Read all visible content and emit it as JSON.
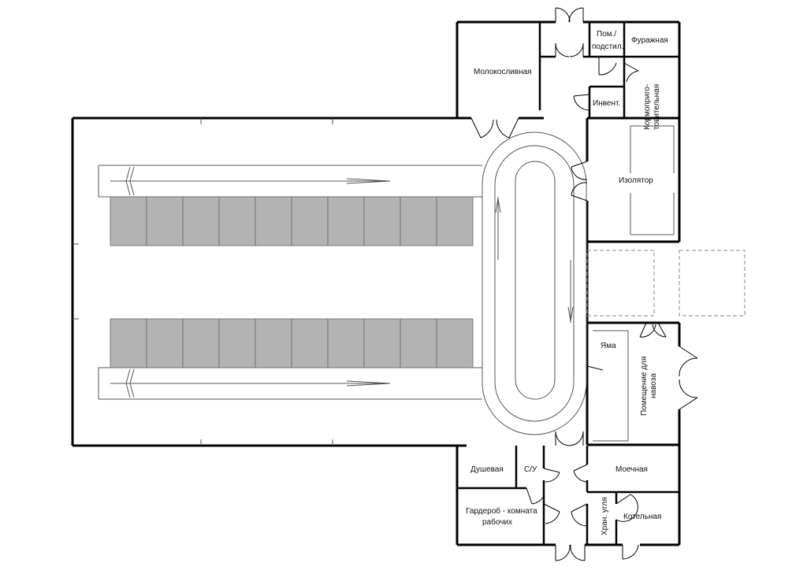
{
  "rooms": {
    "milk": "Молокосливная",
    "litter_line1": "Пом./",
    "litter_line2": "подстил.",
    "fodder": "Фуражная",
    "feedprep_line1": "Кормоприго-",
    "feedprep_line2": "товительная",
    "inventory": "Инвент.",
    "isolator": "Изолятор",
    "pit": "Яма",
    "manure_line1": "Помещение для",
    "manure_line2": "навоза",
    "shower": "Душевая",
    "wc": "С/У",
    "washing": "Моечная",
    "wardrobe_line1": "Гардероб - комната",
    "wardrobe_line2": "рабочих",
    "coal": "Хран. угля",
    "boiler": "Котельная"
  },
  "stalls": {
    "rows": 2,
    "per_row": 10,
    "fill": "#b3b3b3"
  },
  "colors": {
    "wall": "#000000",
    "line": "#555555",
    "stall": "#b3b3b3",
    "dashed": "#888888"
  }
}
